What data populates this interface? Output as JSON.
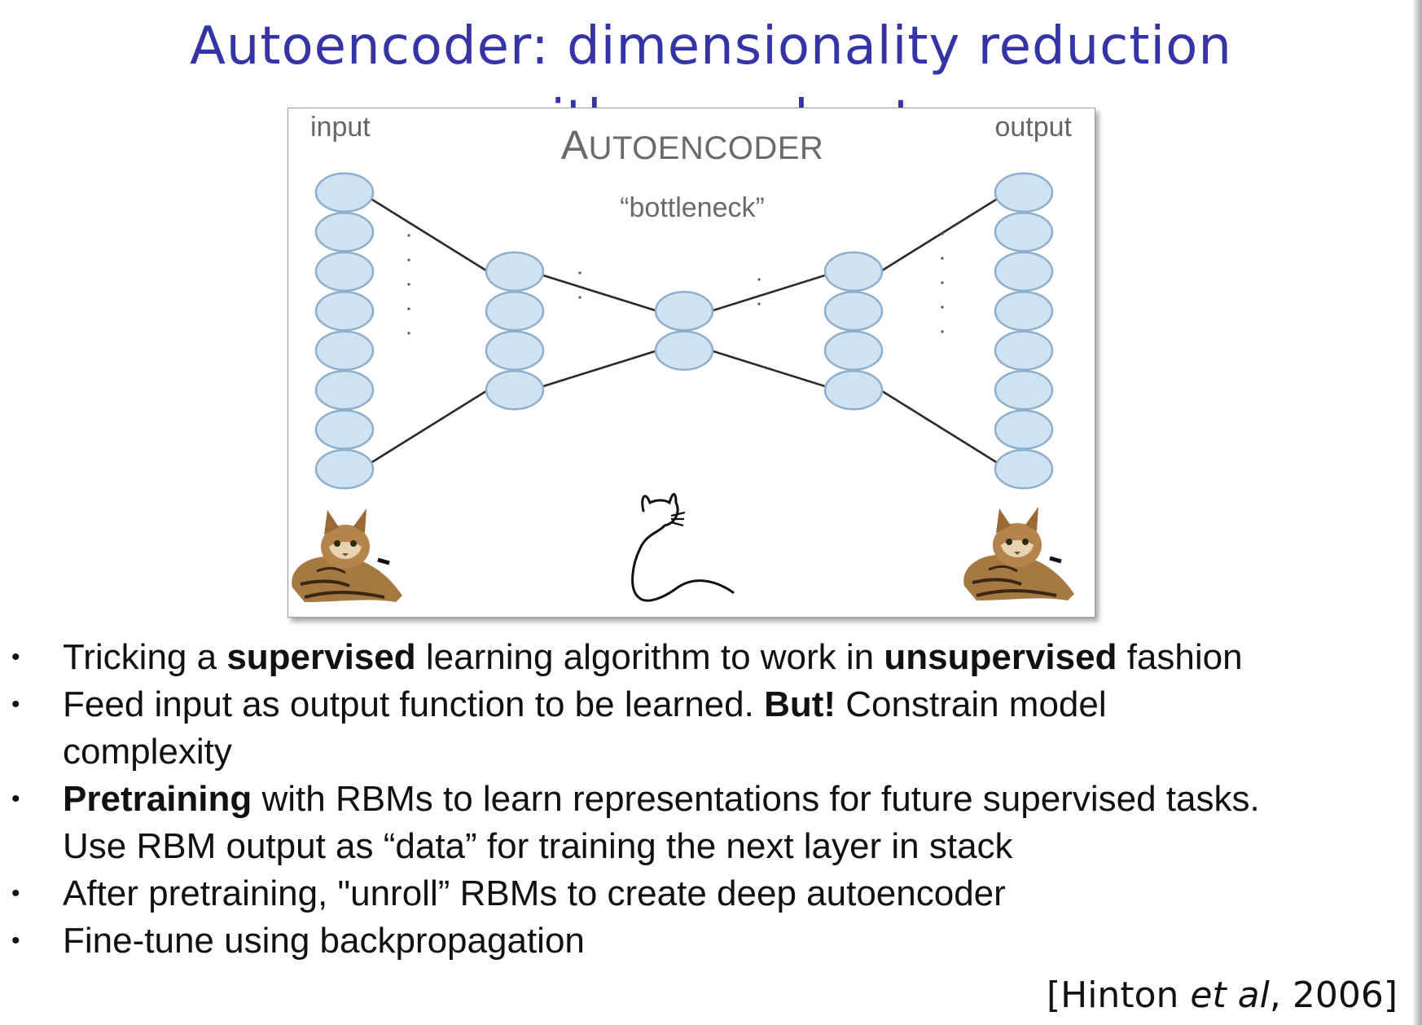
{
  "slide": {
    "title": "Autoencoder: dimensionality reduction with neural net"
  },
  "figure": {
    "title_first": "A",
    "title_rest": "UTOENCODER",
    "input_label": "input",
    "output_label": "output",
    "bottleneck_label": "“bottleneck”",
    "node_color": "#cde3f3",
    "node_stroke": "#8eaecb",
    "layers": [
      8,
      4,
      2,
      4,
      8
    ],
    "images": [
      "cat-photo-input",
      "cat-sketch-code",
      "cat-photo-output"
    ]
  },
  "bullets": [
    {
      "parts": [
        {
          "text": "Tricking a ",
          "bold": false
        },
        {
          "text": "supervised",
          "bold": true
        },
        {
          "text": " learning algorithm to work in ",
          "bold": false
        },
        {
          "text": "unsupervised",
          "bold": true
        },
        {
          "text": " fashion",
          "bold": false
        }
      ]
    },
    {
      "parts": [
        {
          "text": "Feed input as output function to be learned. ",
          "bold": false
        },
        {
          "text": "But!",
          "bold": true
        },
        {
          "text": " Constrain model complexity",
          "bold": false
        }
      ]
    },
    {
      "parts": [
        {
          "text": "Pretraining",
          "bold": true
        },
        {
          "text": " with RBMs to learn representations for future supervised tasks. Use RBM output as “data” for training the next layer in stack",
          "bold": false
        }
      ]
    },
    {
      "parts": [
        {
          "text": "After pretraining, \"unroll” RBMs to create deep autoencoder",
          "bold": false
        }
      ]
    },
    {
      "parts": [
        {
          "text": "Fine-tune using backpropagation",
          "bold": false
        }
      ]
    }
  ],
  "citation": {
    "open": "[Hinton ",
    "etal": "et al",
    "close": ", 2006]"
  }
}
